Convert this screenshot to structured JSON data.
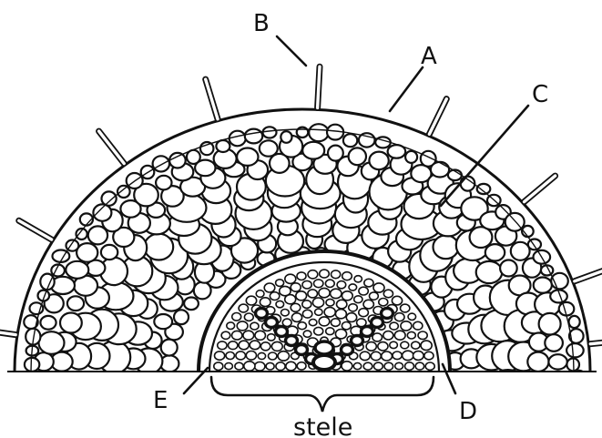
{
  "diagram": {
    "labels": {
      "A": "A",
      "B": "B",
      "C": "C",
      "D": "D",
      "E": "E",
      "stele": "stele"
    },
    "colors": {
      "ink": "#111111",
      "background": "#ffffff"
    }
  }
}
